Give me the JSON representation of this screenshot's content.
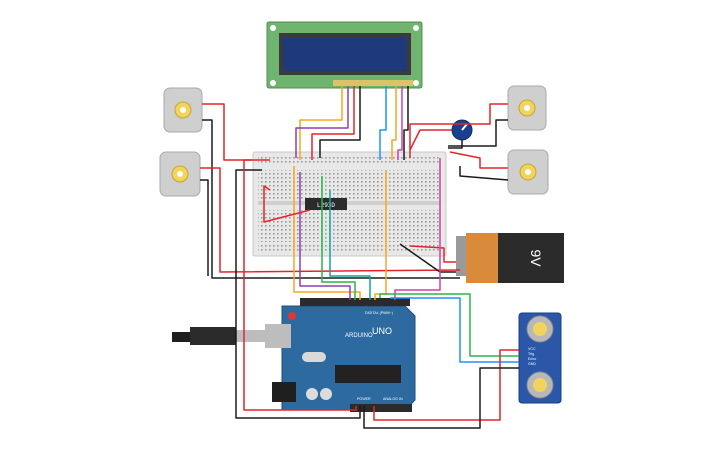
{
  "battery": {
    "label": "9V",
    "body_color": "#2b2b2b",
    "cap_color": "#d98a3a"
  },
  "arduino": {
    "logo": "ARDUINO",
    "model": "UNO",
    "board_color": "#2c6aa0",
    "digital_label": "DIGITAL (PWM~)",
    "power_label": "POWER",
    "analog_label": "ANALOG IN"
  },
  "ic_chip": {
    "label": "L293D"
  },
  "ultrasonic": {
    "pins": [
      "VCC",
      "Trig",
      "Echo",
      "GND"
    ],
    "board_color": "#2a57a8"
  },
  "lcd": {
    "screen_color": "#1f3a7a",
    "pcb_color": "#6fb56f"
  },
  "motors": {
    "count": 4
  },
  "wire_colors": {
    "red": "#e0262a",
    "black": "#1b1b1b",
    "orange": "#f5a623",
    "purple": "#8d3fb8",
    "green": "#2db34a",
    "blue": "#1e90ff",
    "magenta": "#d43fa8",
    "teal": "#11a6a0",
    "yellow": "#e7c21c"
  }
}
